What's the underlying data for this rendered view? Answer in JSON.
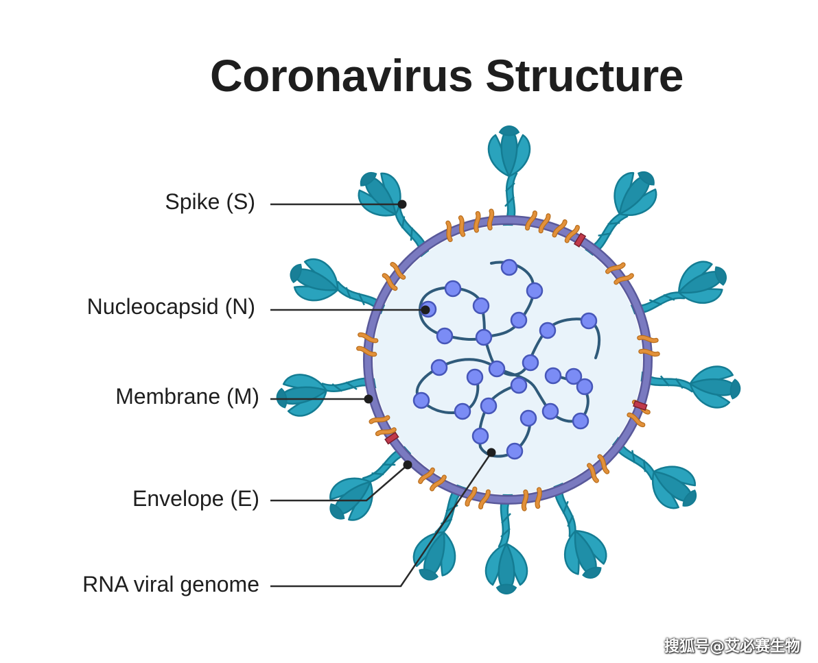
{
  "title": "Coronavirus Structure",
  "labels": {
    "spike": "Spike (S)",
    "nucleocapsid": "Nucleocapsid (N)",
    "membrane": "Membrane (M)",
    "envelope": "Envelope (E)",
    "rna": "RNA viral genome"
  },
  "watermark": "搜狐号@艾必赛生物",
  "colors": {
    "text": "#1e1e1e",
    "spike": "#2aa3bd",
    "spike_dark": "#147c93",
    "membrane_outline": "#59599a",
    "membrane_fill": "#7a7ac0",
    "interior": "#e9f3fa",
    "m_protein": "#e2913a",
    "e_protein": "#c0394b",
    "n_protein": "#7b8cf5",
    "rna": "#2f5a7a"
  }
}
